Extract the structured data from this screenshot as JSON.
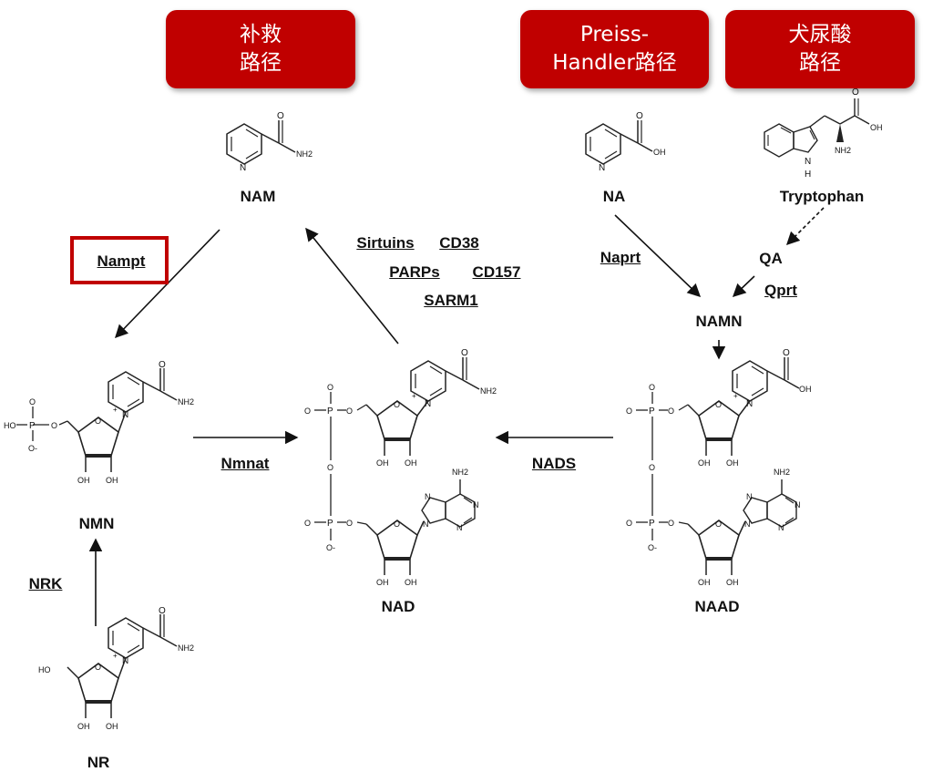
{
  "banners": {
    "salvage": [
      "补救",
      "路径"
    ],
    "preiss": [
      "Preiss-",
      "Handler路径"
    ],
    "kynurenine": [
      "犬尿酸",
      "路径"
    ]
  },
  "molecules": {
    "nam": "NAM",
    "na": "NA",
    "tryptophan": "Tryptophan",
    "qa": "QA",
    "namn": "NAMN",
    "nmn": "NMN",
    "nad": "NAD",
    "naad": "NAAD",
    "nr": "NR"
  },
  "enzymes": {
    "nampt": "Nampt",
    "sirtuins": "Sirtuins",
    "cd38": "CD38",
    "parps": "PARPs",
    "cd157": "CD157",
    "sarm1": "SARM1",
    "naprt": "Naprt",
    "qprt": "Qprt",
    "nmnat": "Nmnat",
    "nads": "NADS",
    "nrk": "NRK"
  },
  "atoms": {
    "n": "N",
    "nh2": "NH2",
    "oh": "OH",
    "o": "O",
    "p": "P",
    "h": "H",
    "ho": "HO",
    "plus": "+",
    "minus": "-",
    "o_minus": "O-"
  },
  "colors": {
    "banner": "#c00000",
    "highlight_box": "#c00000",
    "ink": "#111111"
  }
}
